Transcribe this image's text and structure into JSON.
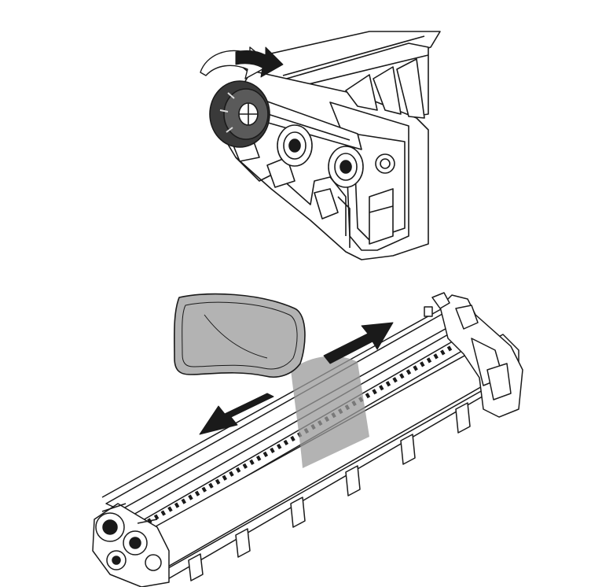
{
  "figure": {
    "panels": [
      {
        "id": "top",
        "subject": "drum-unit-end-gear",
        "action": "rotate-gear"
      },
      {
        "id": "bottom",
        "subject": "drum-unit-full",
        "action": "wipe-drum-surface"
      }
    ],
    "icons": [
      "curved-rotate-arrow-icon",
      "wipe-left-arrow-icon",
      "wipe-right-arrow-icon",
      "cleaning-cloth-icon"
    ],
    "colors": {
      "line": "#1a1a1a",
      "fill": "#ffffff",
      "gearFill": "#3a3a3a",
      "clothFill": "#b3b3b3",
      "shadeFill": "#9a9a9a",
      "arrowFill": "#1a1a1a"
    }
  }
}
